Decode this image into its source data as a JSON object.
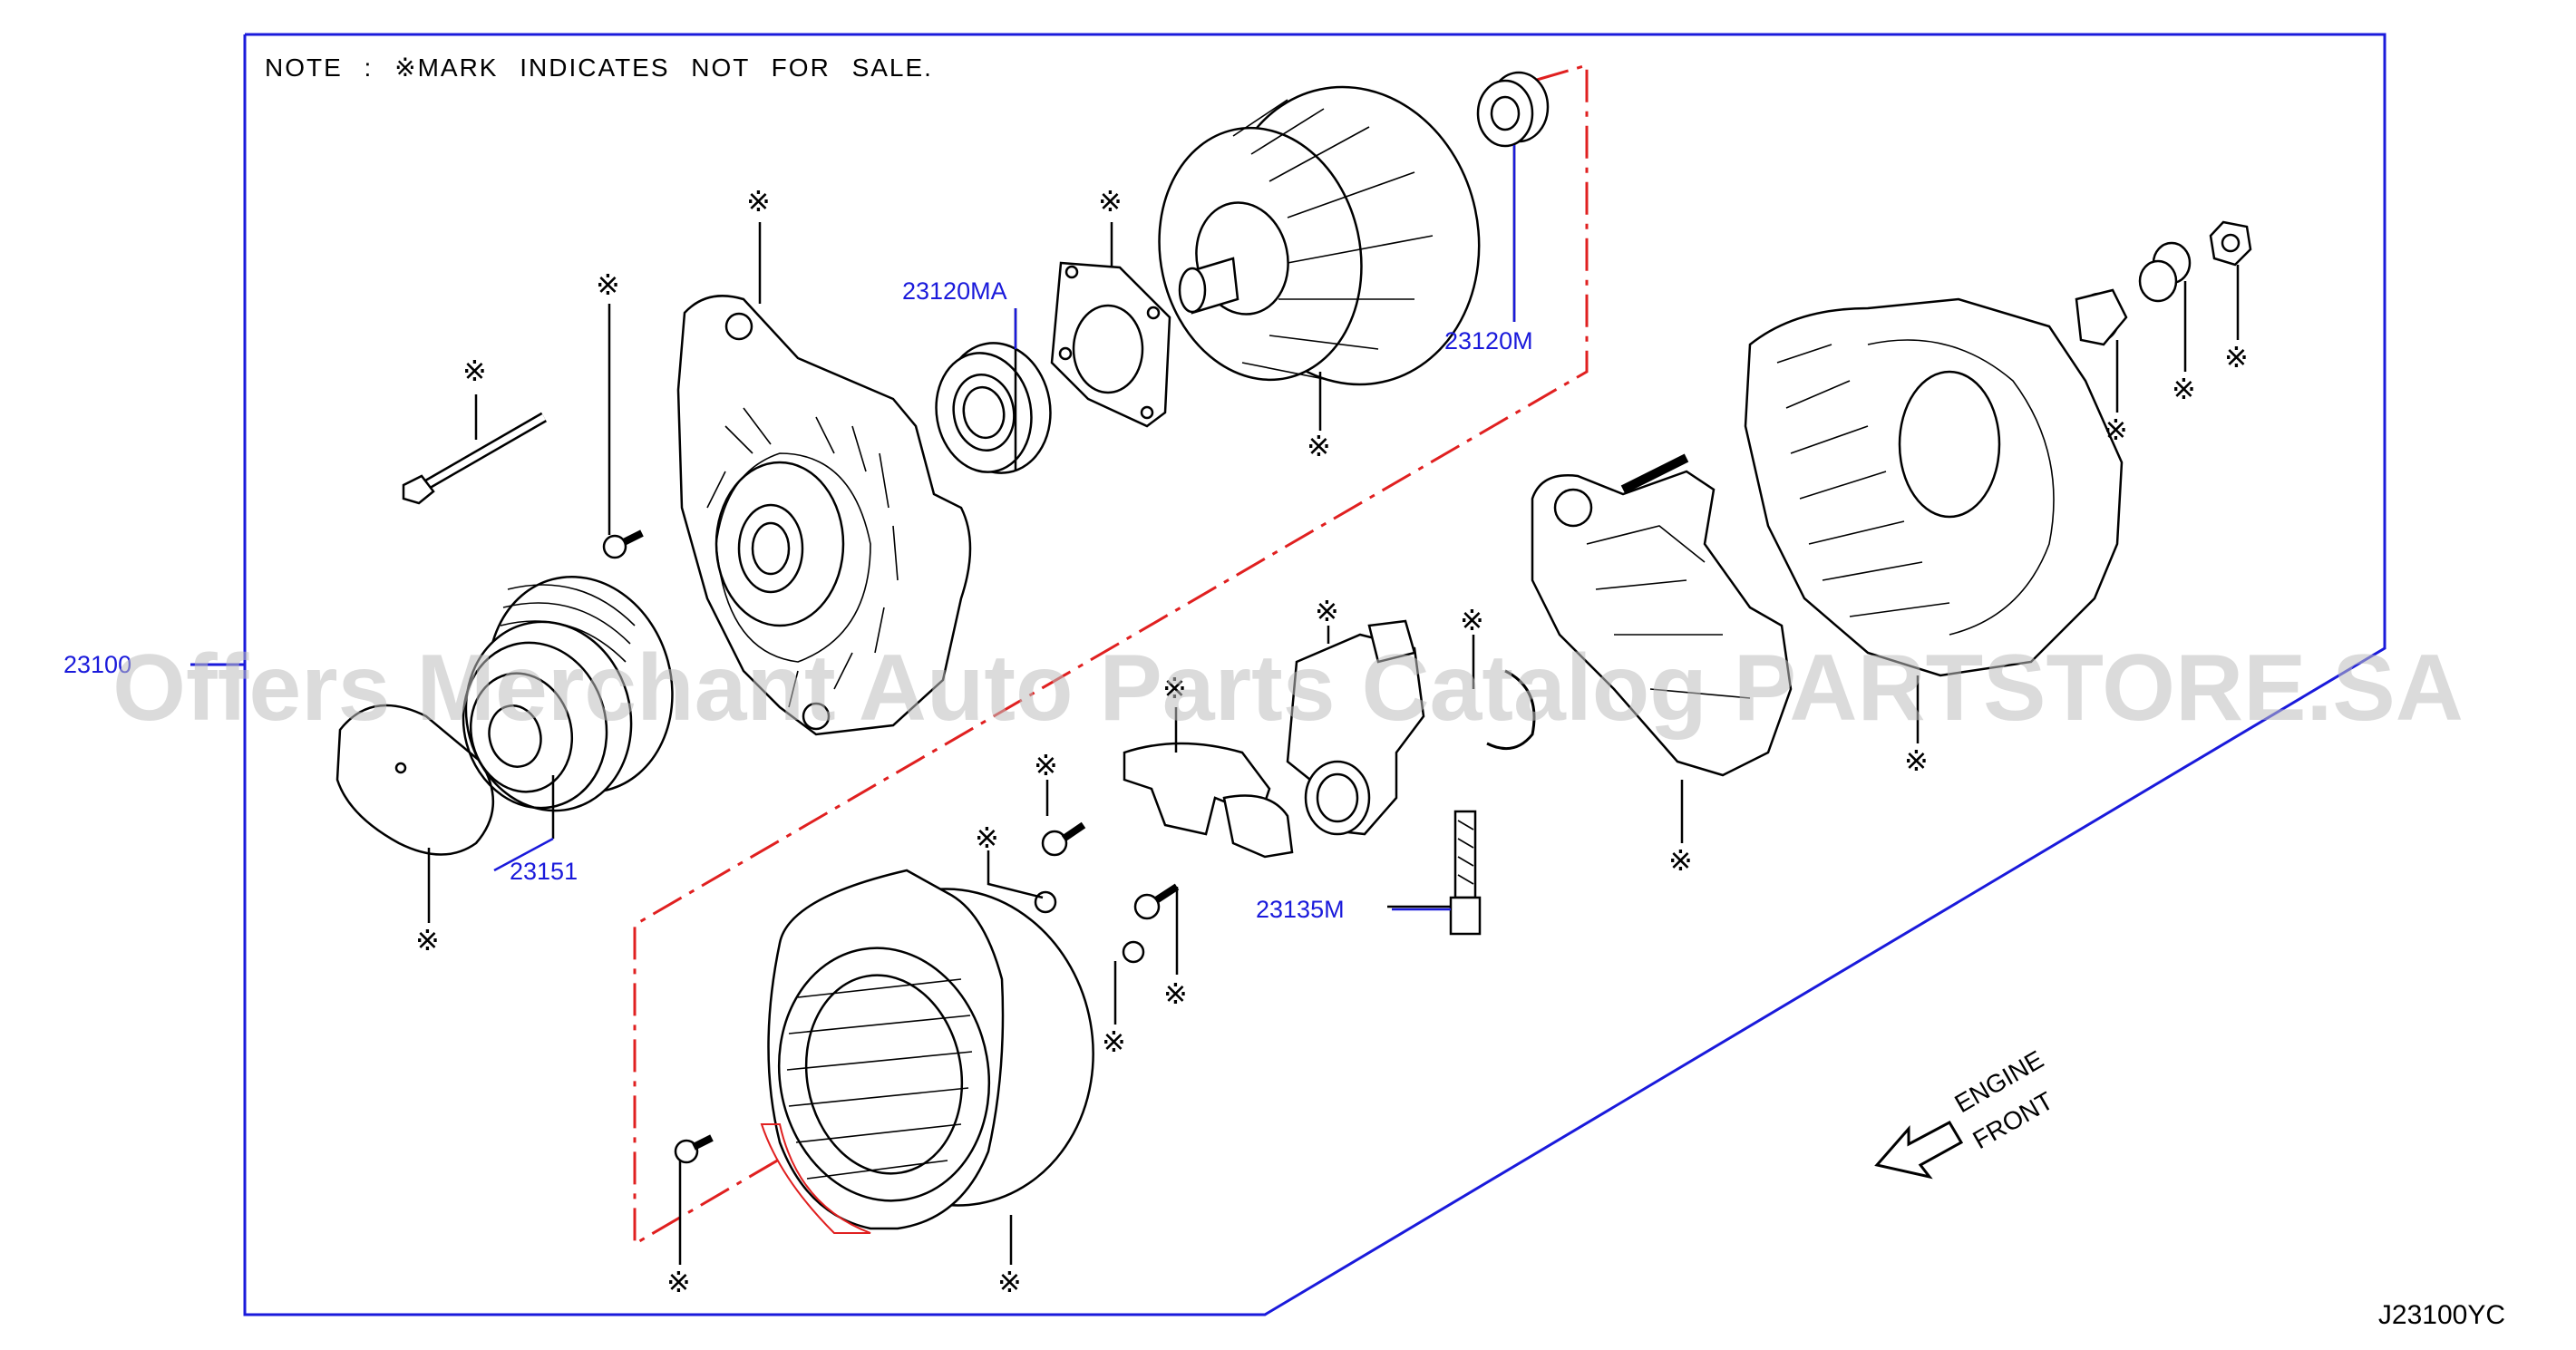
{
  "note": "NOTE : ※MARK  INDICATES  NOT  FOR  SALE.",
  "diagram_code": "J23100YC",
  "watermark": "Offers Merchant Auto Parts Catalog PARTSTORE.SA",
  "engine_front": [
    "ENGINE",
    "FRONT"
  ],
  "part_numbers": {
    "alternator_assembly": "23100",
    "pulley": "23151",
    "front_bearing": "23120MA",
    "rear_bearing": "23120M",
    "brush": "23135M"
  },
  "not_for_sale_mark": "※",
  "colors": {
    "outline": "#1a1adb",
    "part_number": "#1a1adb",
    "dash_line": "#e02020",
    "drawing": "#000000"
  }
}
